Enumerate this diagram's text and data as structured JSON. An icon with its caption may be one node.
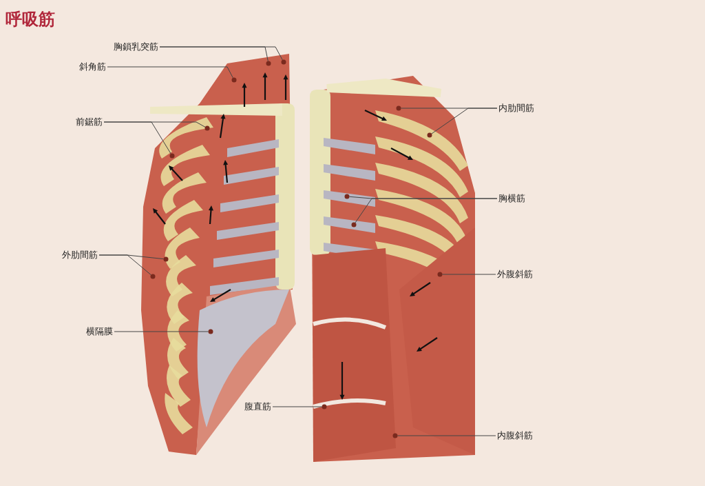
{
  "diagram": {
    "title": "呼吸筋",
    "nodes": [
      {
        "text": [
          "胸鎖乳突筋"
        ]
      },
      {
        "text": [
          "斜角筋"
        ]
      },
      {
        "text": [
          "前鋸筋"
        ]
      },
      {
        "text": [
          "外肋間筋"
        ]
      },
      {
        "text": [
          "横隔膜"
        ]
      },
      {
        "text": [
          "腹直筋"
        ]
      },
      {
        "text": [
          "内肋間筋"
        ]
      },
      {
        "text": [
          "胸横筋"
        ]
      },
      {
        "text": [
          "外腹斜筋"
        ]
      },
      {
        "text": [
          "内腹斜筋"
        ]
      },
      {
        "text": [],
        "shape": "circle"
      },
      {
        "text": [],
        "shape": "circle"
      },
      {
        "text": [],
        "shape": "circle"
      },
      {
        "text": [],
        "shape": "circle"
      },
      {
        "text": [],
        "shape": "circle"
      },
      {
        "text": [],
        "shape": "circle"
      },
      {
        "text": [],
        "shape": "circle"
      },
      {
        "text": [],
        "shape": "circle"
      },
      {
        "text": [],
        "shape": "circle"
      },
      {
        "text": [],
        "shape": "circle"
      },
      {
        "text": [],
        "shape": "circle"
      },
      {
        "text": [],
        "shape": "circle"
      },
      {
        "text": [],
        "shape": "circle"
      },
      {
        "text": [],
        "shape": "circle"
      },
      {
        "text": [],
        "shape": "circle"
      }
    ],
    "edges": [
      {
        "from": 0,
        "to": 10,
        "arrow": "none"
      },
      {
        "from": 0,
        "to": 11,
        "arrow": "none"
      },
      {
        "from": 1,
        "to": 12,
        "arrow": "none"
      },
      {
        "from": 2,
        "to": 13,
        "arrow": "none"
      },
      {
        "from": 2,
        "to": 14,
        "arrow": "none"
      },
      {
        "from": 3,
        "to": 15,
        "arrow": "none"
      },
      {
        "from": 3,
        "to": 16,
        "arrow": "none"
      },
      {
        "from": 4,
        "to": 17,
        "arrow": "none"
      },
      {
        "from": 5,
        "to": 18,
        "arrow": "none"
      },
      {
        "from": 6,
        "to": 19,
        "arrow": "none"
      },
      {
        "from": 6,
        "to": 20,
        "arrow": "none"
      },
      {
        "from": 7,
        "to": 21,
        "arrow": "none"
      },
      {
        "from": 7,
        "to": 22,
        "arrow": "none"
      },
      {
        "from": 8,
        "to": 23,
        "arrow": "none"
      },
      {
        "from": 9,
        "to": 24,
        "arrow": "none"
      }
    ]
  }
}
